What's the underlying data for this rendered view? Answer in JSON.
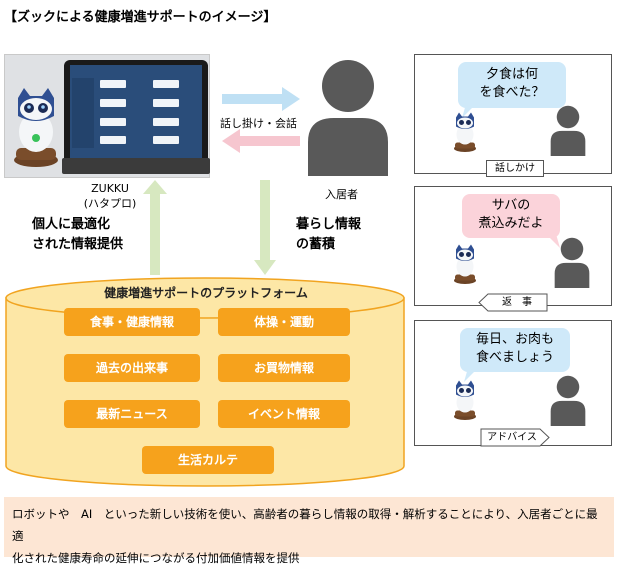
{
  "title": "【ズックによる健康増進サポートのイメージ】",
  "device": {
    "name_line1": "ZUKKU",
    "name_line2": "(ハタプロ)",
    "screen_buttons": [
      "",
      "",
      "",
      "",
      "",
      "",
      "",
      "",
      "",
      ""
    ]
  },
  "resident_label": "入居者",
  "conversation_label": "話し掛け・会話",
  "left_flow": {
    "line1": "個人に最適化",
    "line2": "された情報提供"
  },
  "right_flow": {
    "line1": "暮らし情報",
    "line2": "の蓄積"
  },
  "platform": {
    "title": "健康増進サポートのプラットフォーム",
    "items": [
      "食事・健康情報",
      "体操・運動",
      "過去の出来事",
      "お買物情報",
      "最新ニュース",
      "イベント情報",
      "生活カルテ"
    ]
  },
  "panels": [
    {
      "line1": "夕食は何",
      "line2": "を食べた？",
      "tag": "話しかけ",
      "bubble_color": "#cfe9f9"
    },
    {
      "line1": "サバの",
      "line2": "煮込みだよ",
      "tag": "返　事",
      "bubble_color": "#fbd3da"
    },
    {
      "line1": "毎日、お肉も",
      "line2": "食べましょう",
      "tag": "アドバイス",
      "bubble_color": "#cfe9f9"
    }
  ],
  "footer": {
    "line1": "ロボットや　AI　といった新しい技術を使い、高齢者の暮らし情報の取得・解析することにより、入居者ごとに最適",
    "line2": "化された健康寿命の延伸につながる付加価値情報を提供"
  },
  "colors": {
    "platform_orange": "#f6a21c",
    "cylinder_fill": "#fde7a6",
    "cylinder_stroke": "#f1a420",
    "arrow_blue": "#bfe0f4",
    "arrow_pink": "#f6c6cf",
    "arrow_green": "#d7e8c0",
    "footer_bg": "#fde6d4"
  }
}
